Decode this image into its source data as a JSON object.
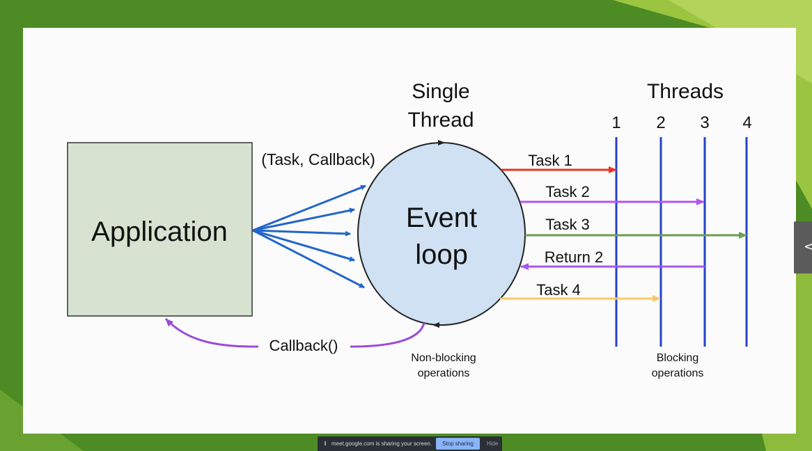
{
  "diagram": {
    "application_label": "Application",
    "task_callback_label": "(Task, Callback)",
    "single_thread_label": [
      "Single",
      "Thread"
    ],
    "event_loop_label": [
      "Event",
      "loop"
    ],
    "threads_title": "Threads",
    "thread_numbers": [
      "1",
      "2",
      "3",
      "4"
    ],
    "task_labels": [
      "Task 1",
      "Task 2",
      "Task 3",
      "Return 2",
      "Task 4"
    ],
    "callback_label": "Callback()",
    "non_blocking_label": [
      "Non-blocking",
      "operations"
    ],
    "blocking_label": [
      "Blocking",
      "operations"
    ]
  },
  "colors": {
    "background_green": "#4d8c24",
    "application_box": "#d7e3d0",
    "event_loop_fill": "#cfe1f3",
    "thread_line": "#2541c9",
    "task1": "#ea3323",
    "task2": "#b155f0",
    "task3": "#6a9f4e",
    "return2": "#a855f7",
    "task4": "#f7c96b",
    "fan_arrows": "#2366c9",
    "callback_curve": "#9b4bd9"
  },
  "share_bar": {
    "message": "meet.google.com is sharing your screen.",
    "stop_label": "Stop sharing",
    "hide_label": "Hide"
  },
  "side_tab": {
    "glyph": "<"
  }
}
